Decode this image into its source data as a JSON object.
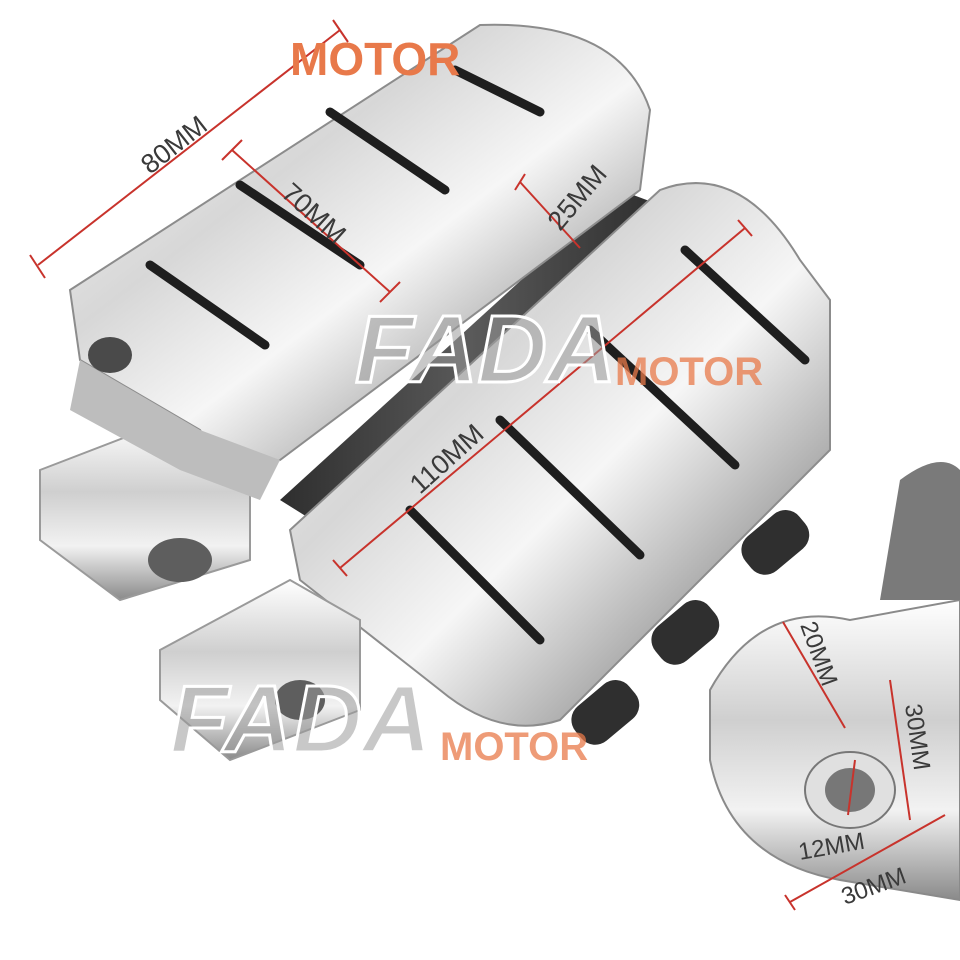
{
  "watermark": {
    "top_text": "MOTOR",
    "brand": "FADA",
    "brand_suffix": "MOTOR"
  },
  "dimensions": {
    "length_80": "80MM",
    "length_70": "70MM",
    "height_25": "25MM",
    "length_110": "110MM",
    "clevis_20": "20MM",
    "clevis_30_height": "30MM",
    "hole_12": "12MM",
    "clevis_30_width": "30MM"
  },
  "colors": {
    "dimension_line": "#c8332c",
    "chrome_dark": "#6f6f6f",
    "chrome_light": "#f4f4f4",
    "rubber": "#3c3c3c",
    "watermark_orange": "#e8794a"
  }
}
